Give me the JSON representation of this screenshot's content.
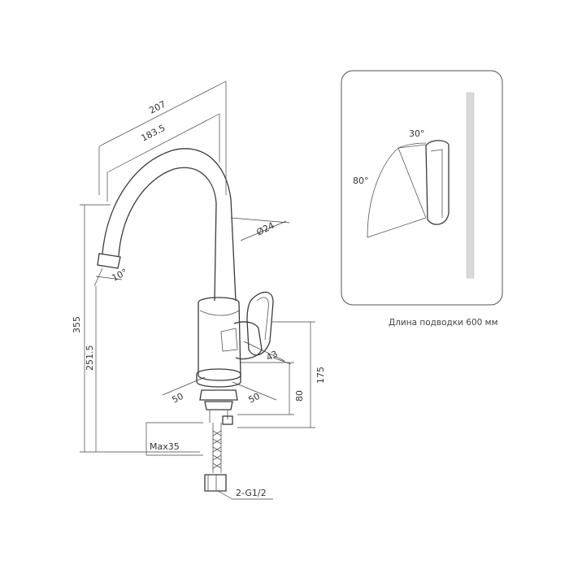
{
  "dimensions": {
    "reach_total": "207",
    "reach_spout": "183.5",
    "spout_diameter": "Ø24",
    "spout_angle": "10°",
    "height_total": "355",
    "height_spout": "251.5",
    "lever_offset": "43",
    "base_height": "80",
    "lever_height": "175",
    "base_left": "50",
    "base_right": "50",
    "max_countertop": "Max35",
    "connection": "2-G1/2"
  },
  "inset": {
    "angle_top": "30°",
    "angle_side": "80°",
    "caption": "Длина подводки 600 мм"
  }
}
